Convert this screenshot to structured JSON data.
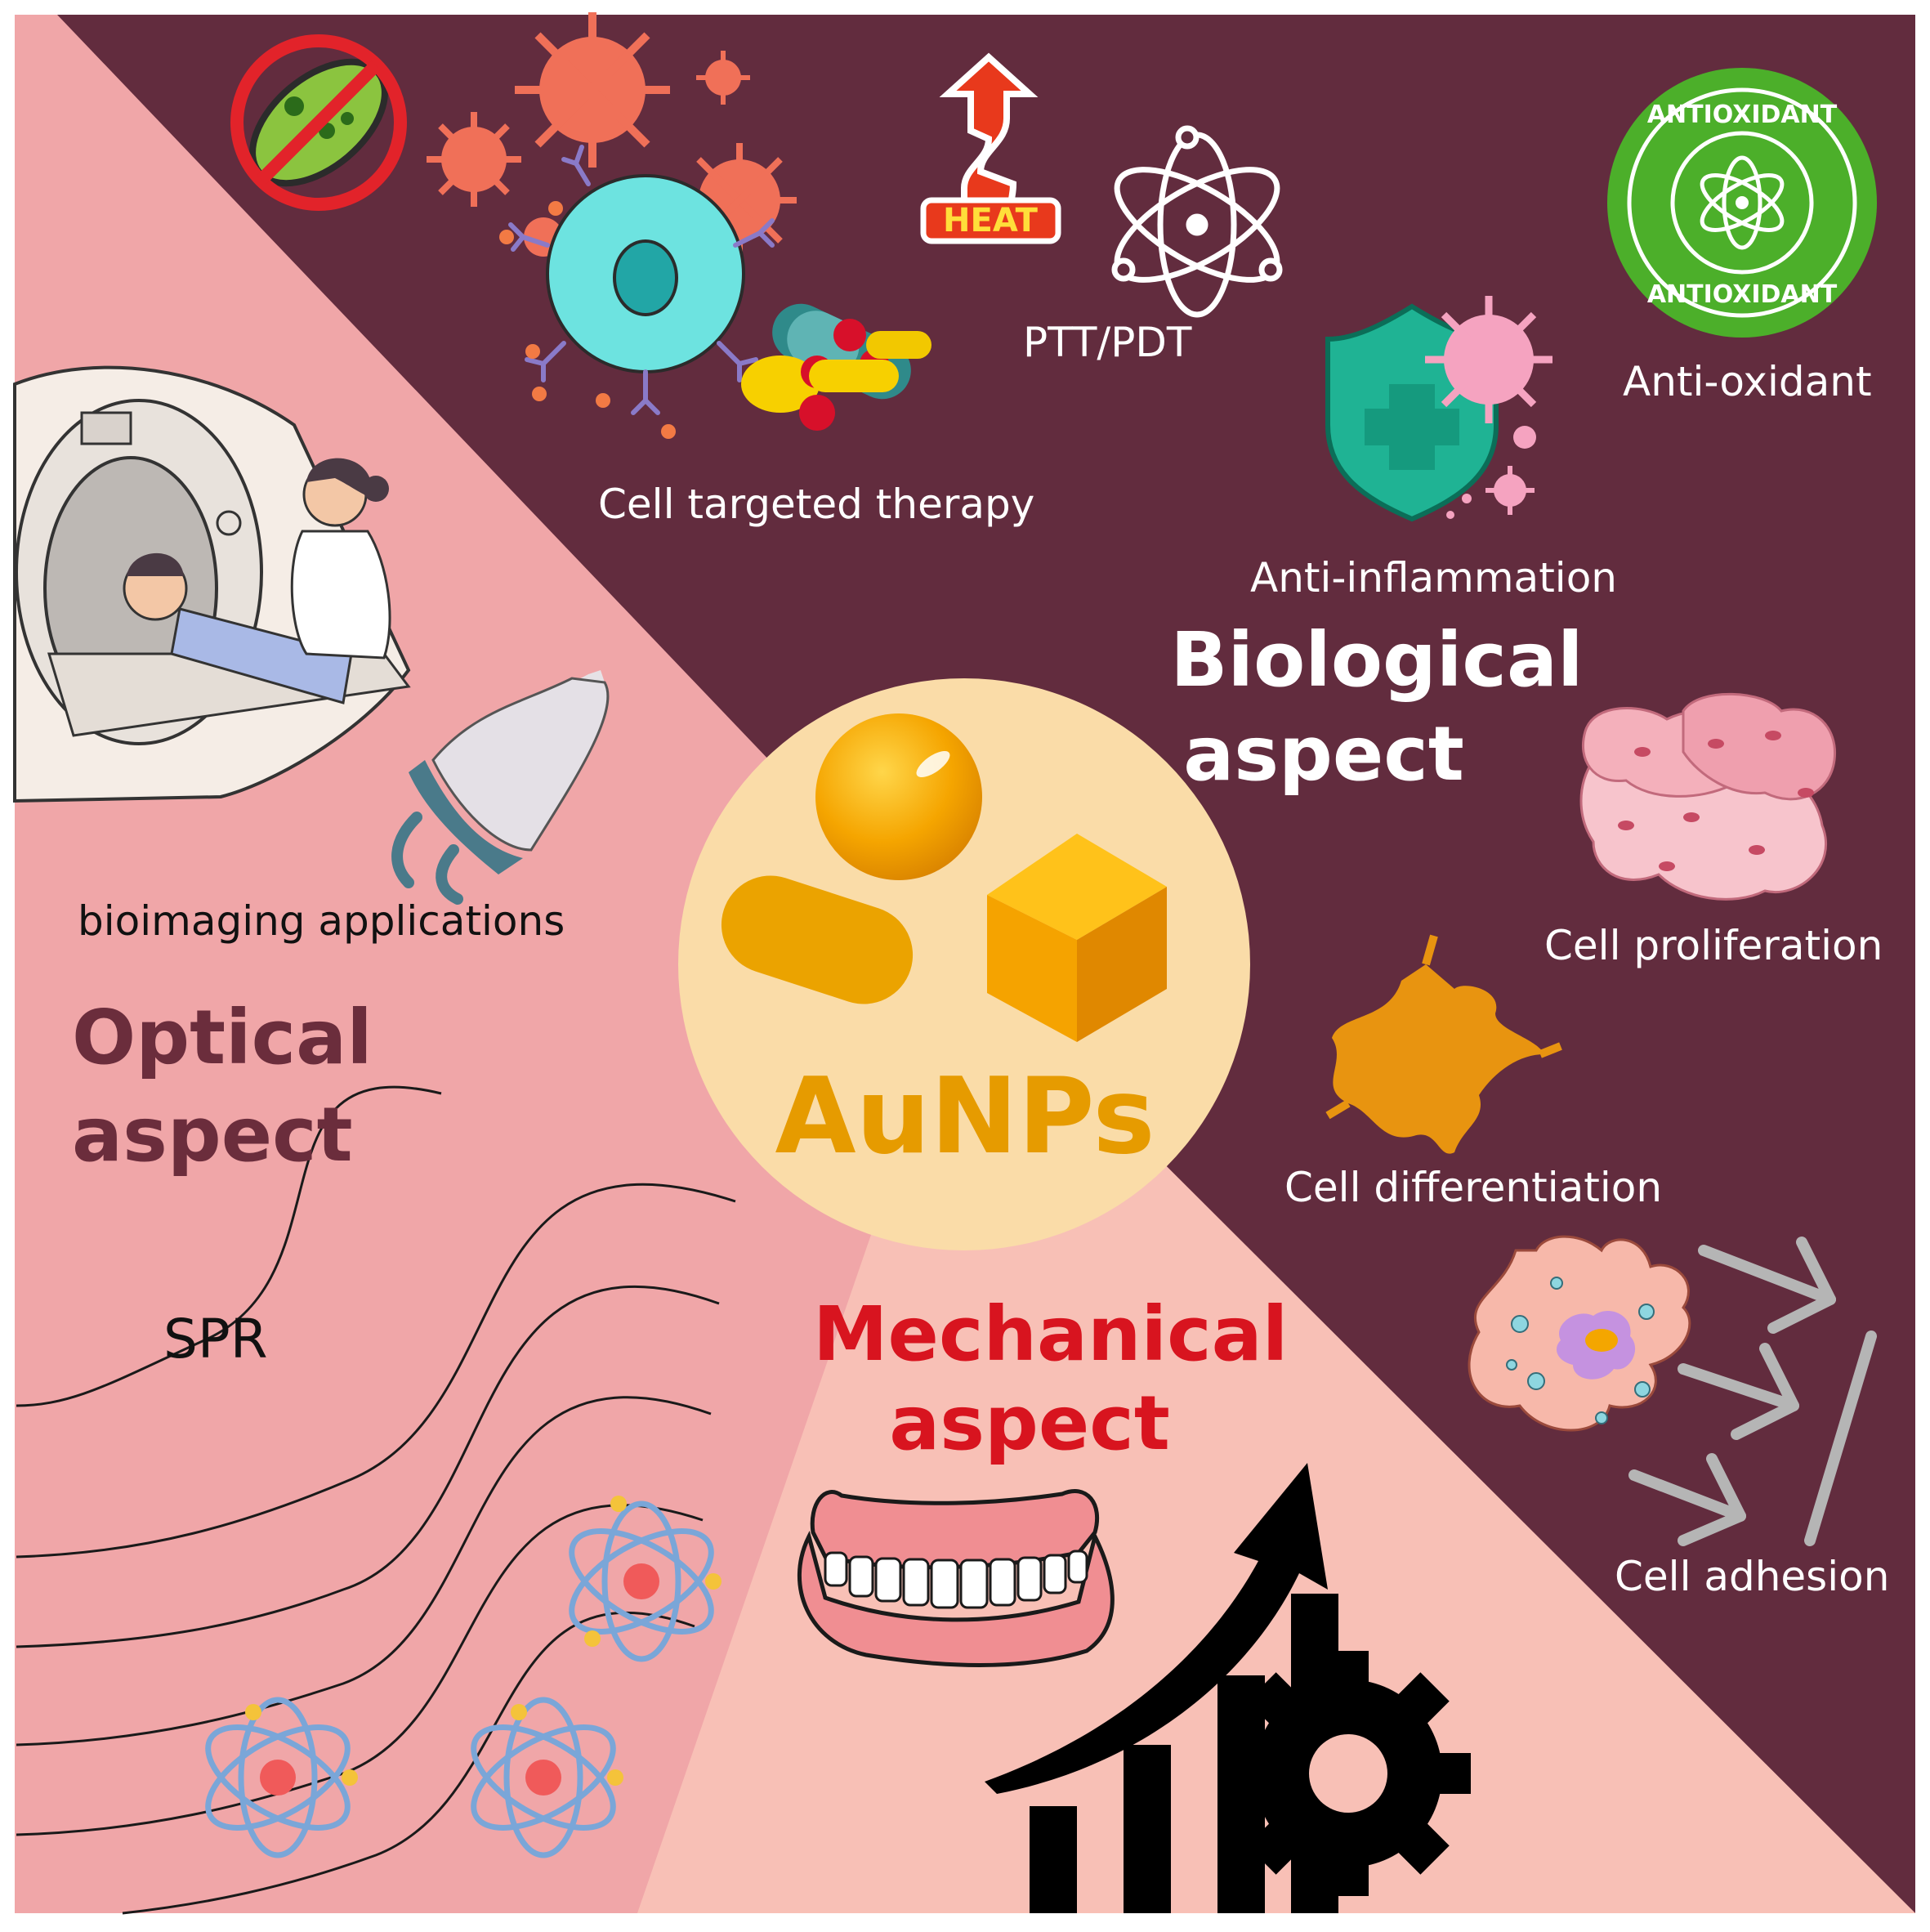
{
  "center": {
    "title": "AuNPs"
  },
  "sections": {
    "biological": {
      "title_line1": "Biological",
      "title_line2": "aspect"
    },
    "optical": {
      "title_line1": "Optical",
      "title_line2": "aspect"
    },
    "mechanical": {
      "title_line1": "Mechanical",
      "title_line2": "aspect"
    }
  },
  "labels": {
    "cell_targeted_therapy": "Cell targeted therapy",
    "ptt_pdt": "PTT/PDT",
    "anti_oxidant": "Anti-oxidant",
    "anti_inflammation": "Anti-inflammation",
    "cell_proliferation": "Cell proliferation",
    "cell_differentiation": "Cell differentiation",
    "cell_adhesion": "Cell adhesion",
    "bioimaging": "bioimaging applications",
    "spr": "SPR"
  },
  "icon_text": {
    "heat": "HEAT",
    "badge_top": "ANTIOXIDANT",
    "badge_bottom": "ANTIOXIDANT"
  },
  "colors": {
    "biological_bg": "#622c3e",
    "optical_bg": "#f0a6a8",
    "mechanical_bg": "#f8c0b6",
    "center_circle": "#fadca8",
    "gold": "#e69b00",
    "optical_title": "#6b2d3c",
    "mechanical_title": "#d8141f"
  }
}
